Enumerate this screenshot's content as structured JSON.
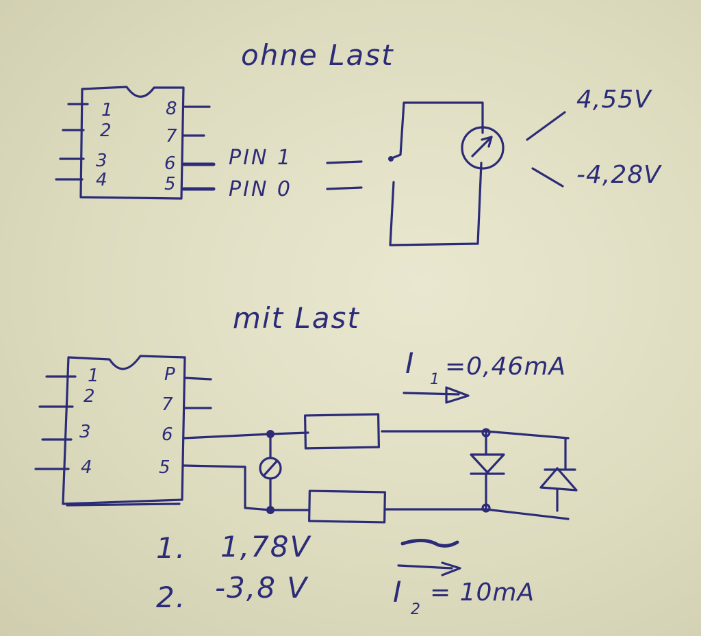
{
  "titles": {
    "without_load": "ohne Last",
    "with_load": "mit Last"
  },
  "chip_top": {
    "pins_left": [
      "1",
      "2",
      "3",
      "4"
    ],
    "pins_right": [
      "8",
      "7",
      "6",
      "5"
    ]
  },
  "chip_bottom": {
    "pins_left": [
      "1",
      "2",
      "3",
      "4"
    ],
    "pins_right": [
      "P",
      "7",
      "6",
      "5"
    ]
  },
  "pin_labels": {
    "pin_1": "PIN 1",
    "pin_0": "PIN 0"
  },
  "voltages_without_load": {
    "first": "4,55V",
    "second": "-4,28V"
  },
  "current_1": {
    "symbol": "I",
    "subscript": "1",
    "value": "=0,46mA"
  },
  "current_2": {
    "symbol": "I",
    "subscript": "2",
    "value": "= 10mA"
  },
  "measurements_with_load": [
    {
      "index": "1.",
      "value": "1,78V"
    },
    {
      "index": "2.",
      "value": "-3,8 V"
    }
  ]
}
